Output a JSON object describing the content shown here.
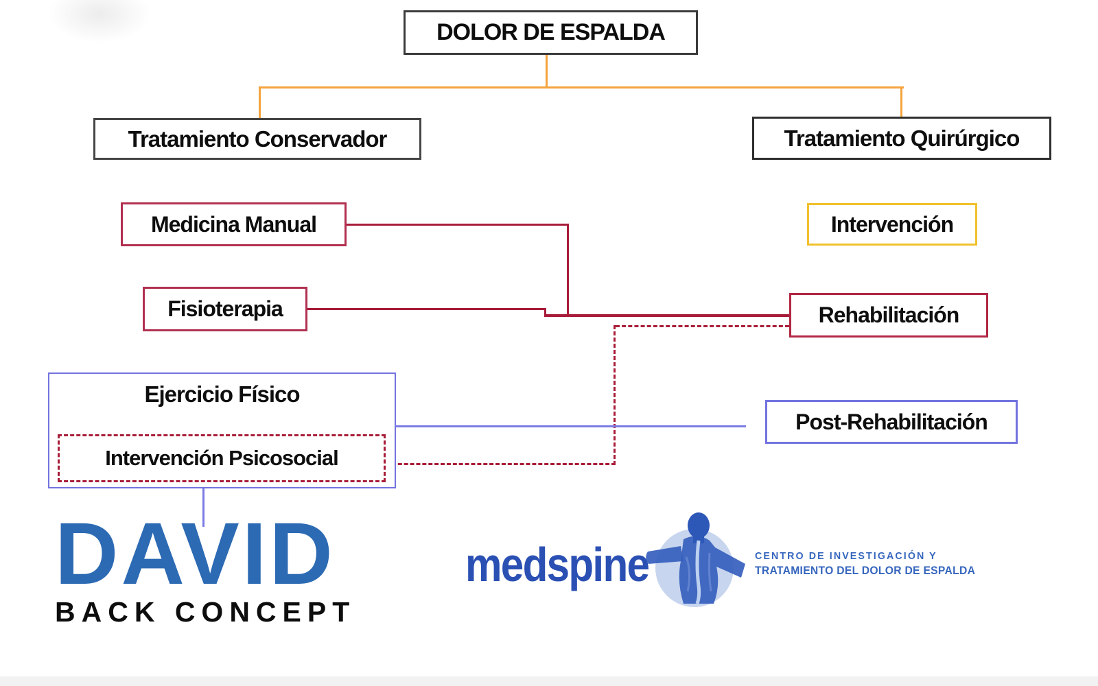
{
  "diagram_title": "DOLOR DE ESPALDA",
  "nodes": {
    "dolor": "DOLOR DE ESPALDA",
    "conservador": "Tratamiento Conservador",
    "quirurgico": "Tratamiento Quirúrgico",
    "medicina": "Medicina Manual",
    "fisioterapia": "Fisioterapia",
    "ejercicio": "Ejercicio Físico",
    "psicosocial": "Intervención Psicosocial",
    "intervencion": "Intervención",
    "rehabilitacion": "Rehabilitación",
    "post": "Post-Rehabilitación"
  },
  "connections": [
    {
      "from": "DOLOR DE ESPALDA",
      "to": "Tratamiento Conservador",
      "style": "solid",
      "color": "#F5A33C"
    },
    {
      "from": "DOLOR DE ESPALDA",
      "to": "Tratamiento Quirúrgico",
      "style": "solid",
      "color": "#F5A33C"
    },
    {
      "from": "Medicina Manual",
      "to": "Rehabilitación",
      "style": "solid",
      "color": "#A81C3A"
    },
    {
      "from": "Fisioterapia",
      "to": "Rehabilitación",
      "style": "solid",
      "color": "#A81C3A"
    },
    {
      "from": "Intervención Psicosocial",
      "to": "Rehabilitación",
      "style": "dashed",
      "color": "#A81D38"
    },
    {
      "from": "Ejercicio Físico",
      "to": "Post-Rehabilitación",
      "style": "solid",
      "color": "#7B7BE6"
    },
    {
      "from": "Ejercicio Físico",
      "to": "DAVID Back Concept logo",
      "style": "solid",
      "color": "#7B7BE6"
    }
  ],
  "colors": {
    "connector_orange": "#F5A33C",
    "connector_red": "#A81C3A",
    "box_red_border": "#B13050",
    "box_yellow_border": "#F1C12D",
    "box_blue_border": "#7373E0",
    "box_gray_border": "#3B3B3B",
    "david_blue": "#2C6AB3",
    "medspine_blue": "#2B50B4",
    "centro_text_blue": "#3767BE"
  },
  "logos": {
    "david": {
      "word": "DAVID",
      "sub": "BACK CONCEPT"
    },
    "medspine": {
      "word": "medspine",
      "figure_icon": "human-back-spine-figure",
      "tagline1": "CENTRO DE INVESTIGACIÓN Y",
      "tagline2": "TRATAMIENTO DEL DOLOR DE ESPALDA"
    }
  }
}
